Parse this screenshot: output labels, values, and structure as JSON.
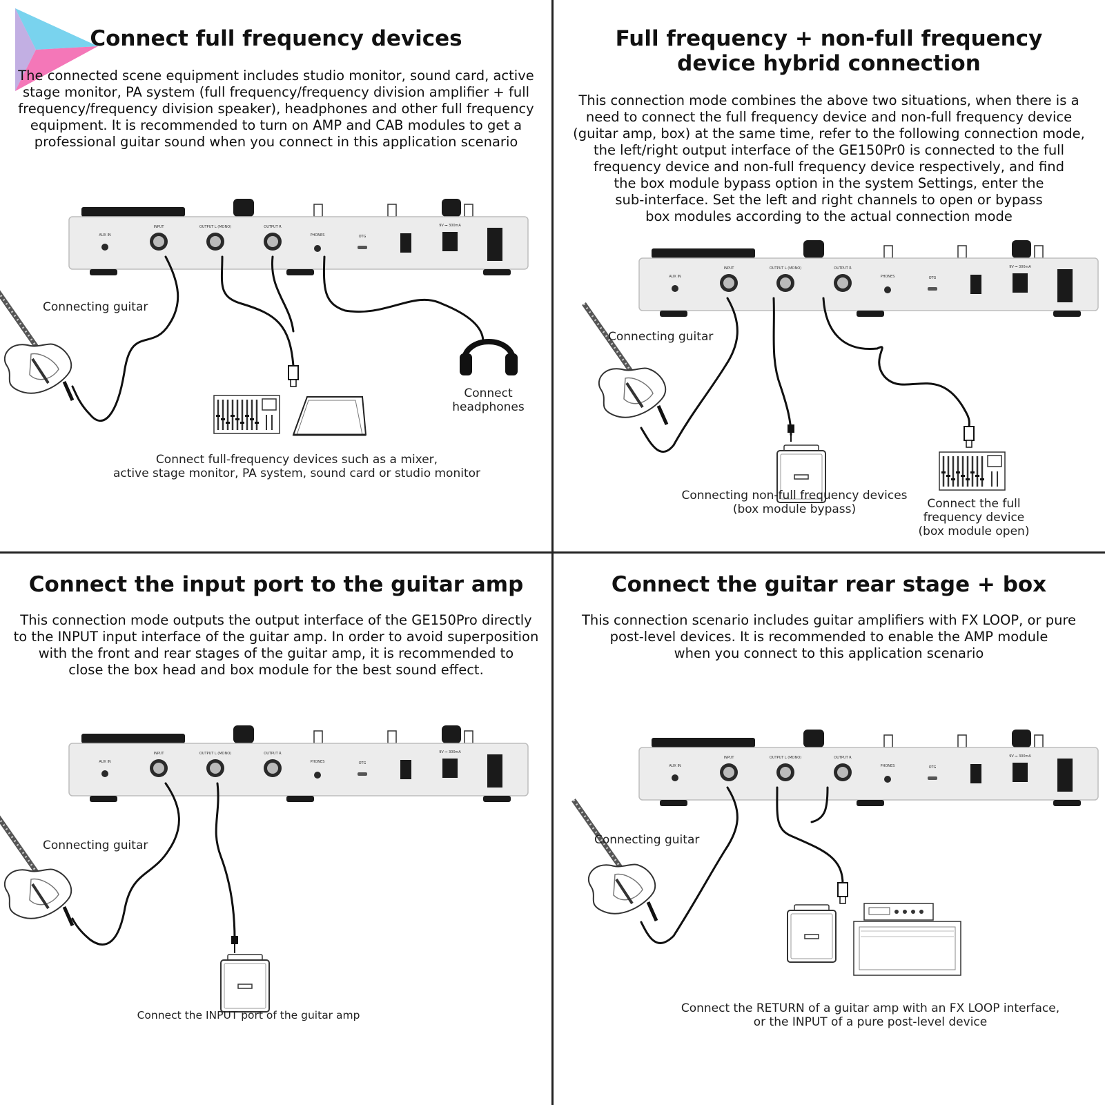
{
  "panels": [
    {
      "title": [
        "Connect full frequency devices"
      ],
      "paragraph": [
        "The connected scene equipment includes studio monitor, sound card, active",
        "stage monitor, PA system (full frequency/frequency division amplifier + full",
        "frequency/frequency division speaker), headphones and other full frequency",
        "equipment. It is recommended to turn on AMP and CAB modules to get a",
        "professional guitar sound when you connect in this application scenario"
      ],
      "labels": {
        "guitar": "Connecting guitar",
        "headphones": [
          "Connect",
          "headphones"
        ],
        "caption": [
          "Connect full-frequency devices such as a mixer,",
          "active stage monitor, PA system, sound card or studio monitor"
        ]
      }
    },
    {
      "title": [
        "Full frequency + non-full frequency",
        "device hybrid connection"
      ],
      "paragraph": [
        "This connection mode combines the above two situations, when there is a",
        "need to connect the full frequency device and non-full frequency device",
        "(guitar amp, box) at the same time, refer to the following connection mode,",
        "the left/right output interface of the GE150Pr0 is connected to the full",
        "frequency device and non-full frequency device respectively, and find",
        "the box module bypass option in the system Settings, enter the",
        "sub-interface. Set the left and right channels to open or bypass",
        "box modules according to the actual connection mode"
      ],
      "labels": {
        "guitar": "Connecting guitar",
        "caption_left": [
          "Connecting non-full frequency devices",
          "(box module bypass)"
        ],
        "caption_right": [
          "Connect the full",
          "frequency device",
          "(box module open)"
        ]
      }
    },
    {
      "title": [
        "Connect the input port to the guitar amp"
      ],
      "paragraph": [
        "This connection mode outputs the output interface of the GE150Pro directly",
        "to the INPUT input interface of the guitar amp. In order to avoid superposition",
        "with the front and rear stages of the guitar amp, it is recommended to",
        "close the box head and box module for the best sound effect."
      ],
      "labels": {
        "guitar": "Connecting guitar",
        "caption": [
          "Connect the INPUT port of the guitar amp"
        ]
      }
    },
    {
      "title": [
        "Connect the guitar rear stage + box"
      ],
      "paragraph": [
        "This connection scenario includes guitar amplifiers with FX LOOP, or pure",
        "post-level devices. It is recommended to enable the AMP module",
        "when you connect to this application scenario"
      ],
      "labels": {
        "guitar": "Connecting guitar",
        "caption": [
          "Connect the RETURN of a guitar amp with an FX LOOP interface,",
          "or the INPUT of a pure post-level device"
        ]
      }
    }
  ],
  "device_port_labels": {
    "aux_in": "AUX IN",
    "input": "INPUT",
    "output_l": "OUTPUT L (MONO)",
    "output_r": "OUTPUT R",
    "phones": "PHONES",
    "otg": "OTG",
    "power": "9V ⎓ 300mA"
  },
  "icons": [
    "multi-effects-pedal-rear",
    "electric-guitar",
    "headphones",
    "mixer",
    "stage-monitor",
    "guitar-amp-cabinet",
    "amp-head-with-cabinet",
    "logo-arrow"
  ],
  "colors": {
    "ink": "#111111",
    "device_body": "#ececec",
    "logo_pink": "#f04aa0",
    "logo_blue": "#4cc4e8"
  }
}
